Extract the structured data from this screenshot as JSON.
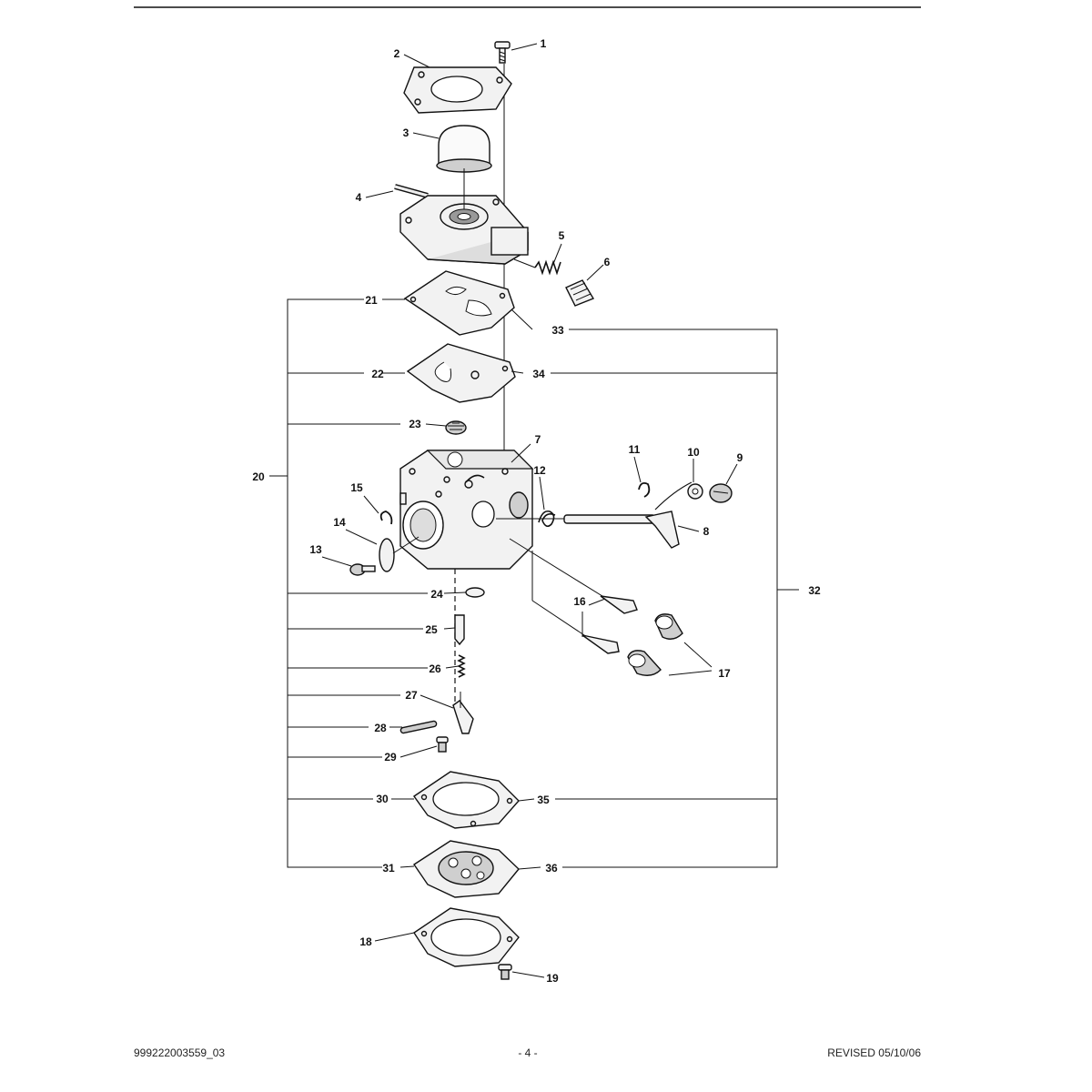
{
  "callouts": [
    {
      "id": "1",
      "label": "1"
    },
    {
      "id": "2",
      "label": "2"
    },
    {
      "id": "3",
      "label": "3"
    },
    {
      "id": "4",
      "label": "4"
    },
    {
      "id": "5",
      "label": "5"
    },
    {
      "id": "6",
      "label": "6"
    },
    {
      "id": "7",
      "label": "7"
    },
    {
      "id": "8",
      "label": "8"
    },
    {
      "id": "9",
      "label": "9"
    },
    {
      "id": "10",
      "label": "10"
    },
    {
      "id": "11",
      "label": "11"
    },
    {
      "id": "12",
      "label": "12"
    },
    {
      "id": "13",
      "label": "13"
    },
    {
      "id": "14",
      "label": "14"
    },
    {
      "id": "15",
      "label": "15"
    },
    {
      "id": "16",
      "label": "16"
    },
    {
      "id": "17",
      "label": "17"
    },
    {
      "id": "18",
      "label": "18"
    },
    {
      "id": "19",
      "label": "19"
    },
    {
      "id": "20",
      "label": "20"
    },
    {
      "id": "21",
      "label": "21"
    },
    {
      "id": "22",
      "label": "22"
    },
    {
      "id": "23",
      "label": "23"
    },
    {
      "id": "24",
      "label": "24"
    },
    {
      "id": "25",
      "label": "25"
    },
    {
      "id": "26",
      "label": "26"
    },
    {
      "id": "27",
      "label": "27"
    },
    {
      "id": "28",
      "label": "28"
    },
    {
      "id": "29",
      "label": "29"
    },
    {
      "id": "30",
      "label": "30"
    },
    {
      "id": "31",
      "label": "31"
    },
    {
      "id": "32",
      "label": "32"
    },
    {
      "id": "33",
      "label": "33"
    },
    {
      "id": "34",
      "label": "34"
    },
    {
      "id": "35",
      "label": "35"
    },
    {
      "id": "36",
      "label": "36"
    }
  ],
  "footer": {
    "doc_number": "999222003559_03",
    "page": "- 4 -",
    "revised": "REVISED 05/10/06"
  }
}
